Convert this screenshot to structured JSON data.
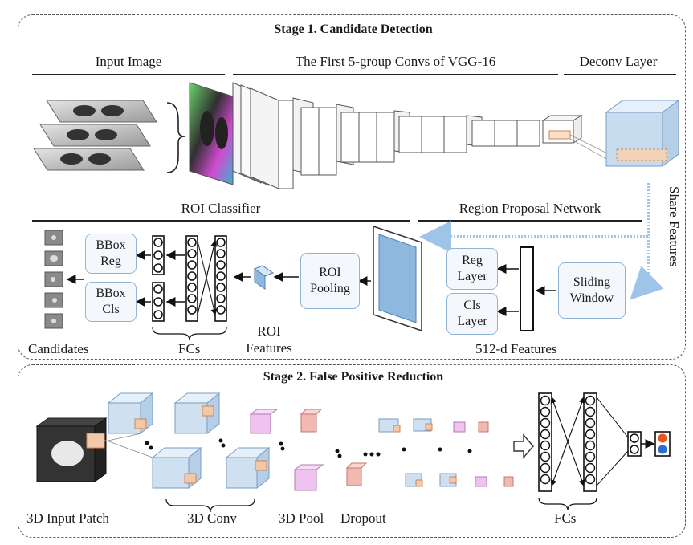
{
  "stage1": {
    "title": "Stage 1. Candidate Detection",
    "input_image": "Input Image",
    "vgg": "The First 5-group Convs of VGG-16",
    "deconv": "Deconv Layer",
    "roi_classifier": "ROI Classifier",
    "rpn": "Region Proposal Network",
    "share_features": "Share Features",
    "bbox_reg": [
      "BBox",
      "Reg"
    ],
    "bbox_cls": [
      "BBox",
      "Cls"
    ],
    "roi_pooling": [
      "ROI",
      "Pooling"
    ],
    "reg_layer": [
      "Reg",
      "Layer"
    ],
    "cls_layer": [
      "Cls",
      "Layer"
    ],
    "sliding_window": [
      "Sliding",
      "Window"
    ],
    "roi_features": [
      "ROI",
      "Features"
    ],
    "candidates": "Candidates",
    "fcs": "FCs",
    "features_512": "512-d Features"
  },
  "stage2": {
    "title": "Stage 2. False Positive Reduction",
    "input_patch": "3D Input Patch",
    "conv": "3D Conv",
    "pool": "3D Pool",
    "dropout": "Dropout",
    "fcs": "FCs"
  },
  "colors": {
    "box_border": "#8fb4d4",
    "cube_blue": "#cfe0f0",
    "cube_pink": "#f0c2f0",
    "cube_red": "#f2b8b2",
    "deconv_blue": "#bcd6ee",
    "output_red": "#e8541e",
    "output_blue": "#2a6fc9"
  }
}
